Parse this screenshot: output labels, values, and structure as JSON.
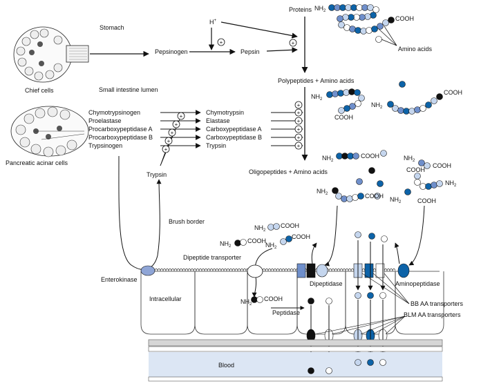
{
  "colors": {
    "dark_blue": "#0d63a8",
    "mid_blue": "#6f8fcb",
    "light_blue": "#c5d6ee",
    "black": "#111111",
    "white": "#ffffff",
    "blood_fill": "#dce6f4",
    "membrane_gray": "#d6d6d6",
    "cell_fill": "#f2f2f2"
  },
  "labels": {
    "stomach": "Stomach",
    "chief_cells": "Chief cells",
    "pepsinogen": "Pepsinogen",
    "pepsin": "Pepsin",
    "hplus": "H",
    "hplus_sup": "+",
    "proteins": "Proteins",
    "nh2_n": "NH",
    "nh2_sub": "2",
    "cooh": "COOH",
    "amino_acids": "Amino acids",
    "polypeptides": "Polypeptides + Amino acids",
    "small_intestine_lumen": "Small intestine lumen",
    "pancreatic_acinar_cells": "Pancreatic acinar cells",
    "zymogens": [
      "Chymotrypsinogen",
      "Proelastase",
      "Procarboxypeptidase A",
      "Procarboxypeptidase B",
      "Trypsinogen"
    ],
    "enzymes": [
      "Chymotrypsin",
      "Elastase",
      "Carboxypeptidase A",
      "Carboxypeptidase B",
      "Trypsin"
    ],
    "trypsin": "Trypsin",
    "oligopeptides": "Oligopeptides + Amino acids",
    "brush_border": "Brush border",
    "dipeptide_transporter": "Dipeptide transporter",
    "enterokinase": "Enterokinase",
    "intracellular": "Intracellular",
    "peptidase": "Peptidase",
    "dipeptidase": "Dipeptidase",
    "aminopeptidase": "Aminopeptidase",
    "bb_aa_transporters": "BB AA transporters",
    "blm_aa_transporters": "BLM AA transporters",
    "blood": "Blood",
    "plus": "+"
  }
}
